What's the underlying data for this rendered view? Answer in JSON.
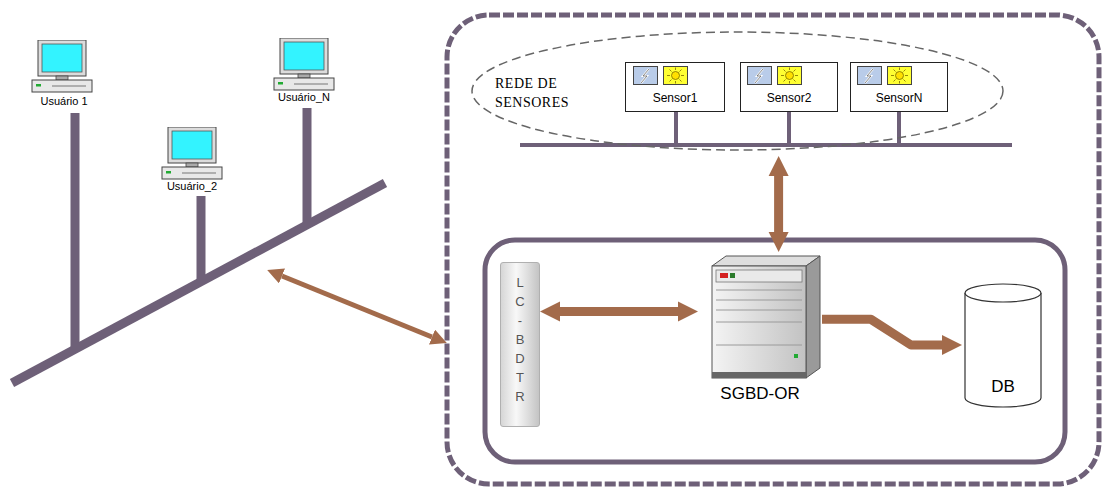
{
  "diagram": {
    "nodes": [
      {
        "text": [
          "Usuário 1"
        ]
      },
      {
        "text": [
          "Usuário_2"
        ]
      },
      {
        "text": [
          "Usuário_N"
        ]
      },
      {
        "text": [
          "REDE DE SENSORES"
        ]
      },
      {
        "text": [
          "Sensor1"
        ],
        "in": 3
      },
      {
        "text": [
          "Sensor2"
        ],
        "in": 3
      },
      {
        "text": [
          "SensorN"
        ],
        "in": 3
      },
      {
        "text": [
          "L C - B D T R"
        ]
      },
      {
        "text": [
          "SGBD-OR"
        ]
      },
      {
        "text": [
          "DB"
        ]
      }
    ],
    "edges": [
      {
        "from": 3,
        "to": 8,
        "arrow": "both"
      },
      {
        "from": 7,
        "to": 8,
        "arrow": "both"
      },
      {
        "from": 8,
        "to": 9,
        "arrow": "to"
      }
    ]
  }
}
